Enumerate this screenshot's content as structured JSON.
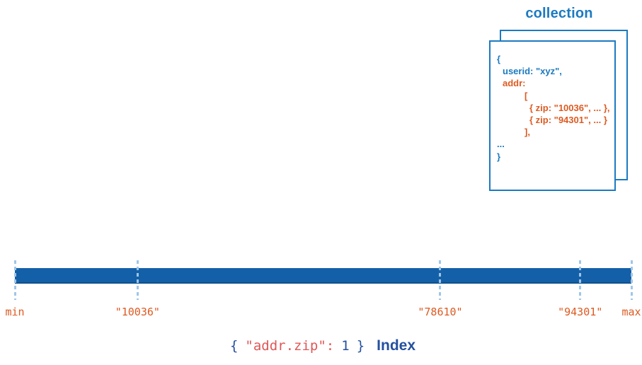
{
  "colors": {
    "card-blue": "#1c7ac1",
    "orange": "#dd5a21",
    "bar-blue": "#1460a8",
    "dash-blue": "#9fc6e8",
    "navy": "#24509e",
    "salmon": "#e05656"
  },
  "collection": {
    "title": "collection",
    "code_lines": [
      {
        "text": "{",
        "color": "blue",
        "indent": 0
      },
      {
        "text": "userid: \"xyz\",",
        "color": "blue",
        "indent": 1
      },
      {
        "text": "addr:",
        "color": "orange",
        "indent": 1
      },
      {
        "text": "[",
        "color": "orange",
        "indent": 2
      },
      {
        "text": "{ zip: \"10036\", ... },",
        "color": "orange",
        "indent": 3
      },
      {
        "text": "{ zip: \"94301\", ... }",
        "color": "orange",
        "indent": 3
      },
      {
        "text": "],",
        "color": "orange",
        "indent": 2
      },
      {
        "text": "...",
        "color": "blue",
        "indent": 0
      },
      {
        "text": "}",
        "color": "blue",
        "indent": 0
      }
    ]
  },
  "index_bar": {
    "markers": [
      {
        "label": "min",
        "x_pct": 0
      },
      {
        "label": "\"10036\"",
        "x_pct": 19.9
      },
      {
        "label": "\"78610\"",
        "x_pct": 69.0
      },
      {
        "label": "\"94301\"",
        "x_pct": 91.7
      },
      {
        "label": "max",
        "x_pct": 100
      }
    ]
  },
  "caption": {
    "brace_open": "{",
    "key": "\"addr.zip\":",
    "value": "1",
    "brace_close": "}",
    "suffix": "Index"
  }
}
